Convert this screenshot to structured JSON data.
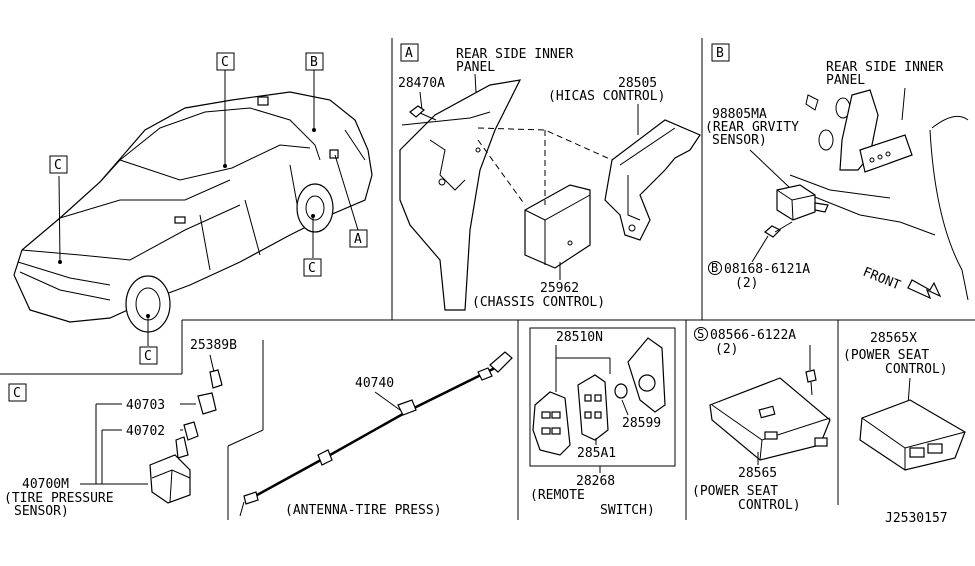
{
  "callouts": {
    "car_a": "A",
    "car_b": "B",
    "car_c1": "C",
    "car_c2": "C",
    "car_c3": "C",
    "car_c4": "C",
    "panel_a": "A",
    "panel_b": "B",
    "panel_c": "C"
  },
  "panel_a": {
    "title_line1": "REAR SIDE INNER",
    "title_line2": "PANEL",
    "part_28470a": "28470A",
    "part_28505": "28505",
    "part_28505_desc": "(HICAS CONTROL)",
    "part_25962": "25962",
    "part_25962_desc": "(CHASSIS CONTROL)"
  },
  "panel_b": {
    "title_line1": "REAR SIDE INNER",
    "title_line2": "PANEL",
    "part_98805ma": "98805MA",
    "part_98805ma_desc1": "(REAR GRVITY",
    "part_98805ma_desc2": "SENSOR)",
    "bolt_code": "08168-6121A",
    "bolt_symbol": "B",
    "bolt_qty": "(2)",
    "front_label": "FRONT"
  },
  "panel_c": {
    "part_25389b": "25389B",
    "part_40703": "40703",
    "part_40702": "40702",
    "part_40700m": "40700M",
    "part_40700m_desc1": "(TIRE PRESSURE",
    "part_40700m_desc2": "SENSOR)"
  },
  "antenna": {
    "part_40740": "40740",
    "desc": "(ANTENNA-TIRE PRESS)"
  },
  "remote": {
    "part_28510n": "28510N",
    "part_28599": "28599",
    "part_285a1": "285A1",
    "part_28268": "28268",
    "desc1": "(REMOTE",
    "desc2": "SWITCH)"
  },
  "power_seat": {
    "screw_symbol": "S",
    "screw_code": "08566-6122A",
    "screw_qty": "(2)",
    "part_28565": "28565",
    "desc1": "(POWER SEAT",
    "desc2": "CONTROL)"
  },
  "power_seat_x": {
    "part_28565x": "28565X",
    "desc1": "(POWER SEAT",
    "desc2": "CONTROL)"
  },
  "diagram_id": "J2530157"
}
